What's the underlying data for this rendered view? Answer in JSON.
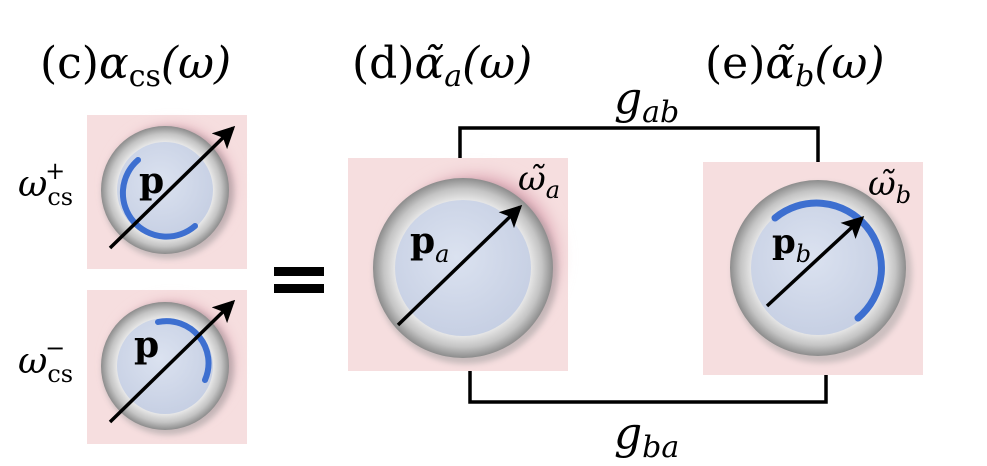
{
  "panels": {
    "c": {
      "label": "(c)",
      "symbol": "α",
      "subscript": "cs",
      "argument": "(ω)",
      "rows": [
        {
          "freq_symbol": "ω",
          "freq_sub": "cs",
          "freq_sup": "+",
          "vector_label": "p"
        },
        {
          "freq_symbol": "ω",
          "freq_sub": "cs",
          "freq_sup": "−",
          "vector_label": "p"
        }
      ]
    },
    "d": {
      "label": "(d)",
      "symbol": "α̃",
      "subscript": "a",
      "argument": "(ω)",
      "vector_label": "p",
      "vector_sub": "a",
      "freq_symbol": "ω̃",
      "freq_sub": "a"
    },
    "e": {
      "label": "(e)",
      "symbol": "α̃",
      "subscript": "b",
      "argument": "(ω)",
      "vector_label": "p",
      "vector_sub": "b",
      "freq_symbol": "ω̃",
      "freq_sub": "b"
    }
  },
  "equals": "=",
  "coupling": {
    "top": {
      "symbol": "g",
      "sub": "ab"
    },
    "bottom": {
      "symbol": "g",
      "sub": "ba"
    }
  },
  "colors": {
    "box_fill": "#f6dedf",
    "glow": "#a8506e",
    "ring_outer": "#8a8a8a",
    "ring_light": "#f2f2f2",
    "core": "#cfd7e8",
    "arc_blue": "#3d6fd0",
    "line": "#000000"
  }
}
